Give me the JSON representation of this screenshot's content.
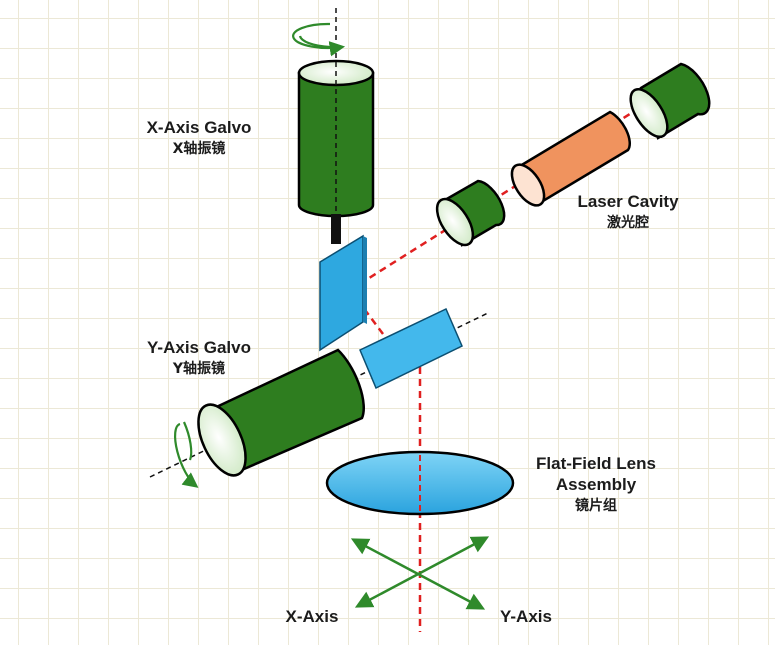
{
  "labels": {
    "x_galvo_en": "X-Axis Galvo",
    "x_galvo_zh": "X轴振镜",
    "y_galvo_en": "Y-Axis Galvo",
    "y_galvo_zh": "Y轴振镜",
    "laser_en": "Laser Cavity",
    "laser_zh": "激光腔",
    "lens_en_1": "Flat-Field Lens",
    "lens_en_2": "Assembly",
    "lens_zh": "镜片组",
    "x_axis": "X-Axis",
    "y_axis": "Y-Axis"
  },
  "colors": {
    "cylinder_green": "#2e7d1f",
    "laser_tube": "#f0935e",
    "mirror_blue": "#2ea8e0",
    "lens_blue": "#43b8ec",
    "beam_red": "#e02020",
    "arrow_green": "#2f8a2b"
  }
}
